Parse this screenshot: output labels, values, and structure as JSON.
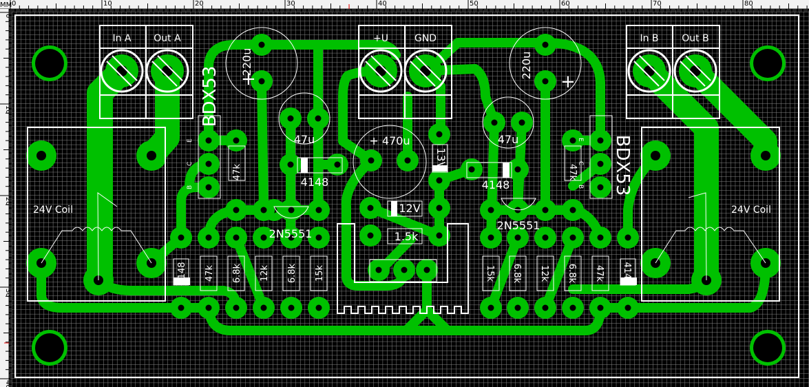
{
  "ruler": {
    "unit": "MM",
    "top_labels": [
      "0",
      "10",
      "20",
      "30",
      "40",
      "50",
      "60",
      "70",
      "80"
    ],
    "left_labels": [
      "0",
      "10",
      "20",
      "30",
      "40"
    ]
  },
  "colors": {
    "copper": "#00c000",
    "silkscreen": "#ffffff",
    "background": "#000000",
    "grid": "#8a8a8a"
  },
  "terminals": {
    "in_a": "In A",
    "out_a": "Out A",
    "plus_u": "+U",
    "gnd": "GND",
    "in_b": "In B",
    "out_b": "Out B"
  },
  "components": {
    "cap_220u_left": "220u",
    "cap_220u_right": "220u",
    "plus": "+",
    "bdx_left": "BDX53",
    "bdx_right": "BDX53",
    "cap_47u_left": "47u",
    "cap_47u_right": "47u",
    "diode_left": "4148",
    "diode_right": "4148",
    "cap_470u": "+ 470u",
    "zener_13v": "13V",
    "zener_12v": "12V",
    "res_1k5": "1.5k",
    "tr_left": "2N5551",
    "tr_right": "2N5551",
    "coil_left": "24V Coil",
    "coil_right": "24V Coil",
    "res_47k_left": "47k",
    "res_47k_right": "47k",
    "pin_e": "E",
    "pin_c": "C",
    "pin_b": "B"
  },
  "bottom_left_row": [
    "4148",
    "47k",
    "6.8k",
    "12k",
    "6.8k",
    "15k"
  ],
  "bottom_right_row": [
    "15k",
    "6.8k",
    "12k",
    "6.8k",
    "47k",
    "4148"
  ]
}
